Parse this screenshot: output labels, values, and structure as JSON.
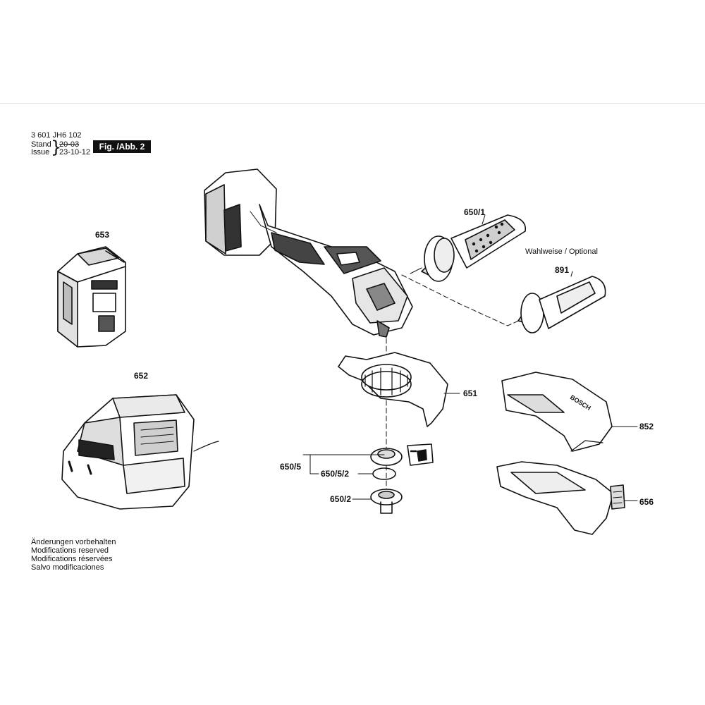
{
  "header": {
    "part_number": "3 601 JH6 102",
    "stand_label": "Stand",
    "issue_label": "Issue",
    "stand_value": "20-03",
    "issue_value": "23-10-12",
    "figure_label": "Fig. /Abb. 2"
  },
  "parts": {
    "p653": "653",
    "p652": "652",
    "p650_1": "650/1",
    "p891": "891",
    "p651": "651",
    "p852": "852",
    "p656": "656",
    "p650_5": "650/5",
    "p650_5_2": "650/5/2",
    "p650_2": "650/2"
  },
  "optional_label": "Wahlweise / Optional",
  "disclaimer": [
    "Änderungen vorbehalten",
    "Modifications reserved",
    "Modifications réservées",
    "Salvo modificaciones"
  ],
  "logo_text": "BOSCH"
}
